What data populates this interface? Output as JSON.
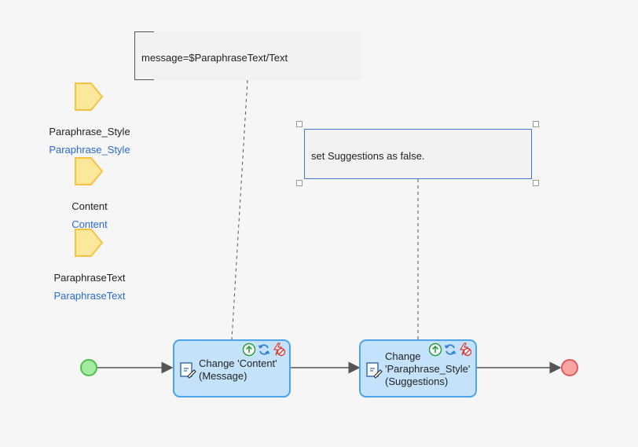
{
  "annotations": [
    {
      "text": "message=$ParaphraseText/Text"
    },
    {
      "text": "set Suggestions as false."
    }
  ],
  "parameters": [
    {
      "name": "Paraphrase_Style",
      "type": "Paraphrase_Style"
    },
    {
      "name": "Content",
      "type": "Content"
    },
    {
      "name": "ParaphraseText",
      "type": "ParaphraseText"
    }
  ],
  "activities": [
    {
      "label_line1": "Change 'Content'",
      "label_line2": "(Message)"
    },
    {
      "label_line1": "Change",
      "label_line2": "'Paraphrase_Style'",
      "label_line3": "(Suggestions)"
    }
  ],
  "colors": {
    "activity_fill": "#c5e2fc",
    "activity_border": "#4da3e8",
    "parameter_fill": "#fde79a",
    "parameter_border": "#f5c244",
    "start_fill": "#a5eb9f",
    "end_fill": "#fba5a5",
    "link_blue": "#2a6ad1"
  }
}
